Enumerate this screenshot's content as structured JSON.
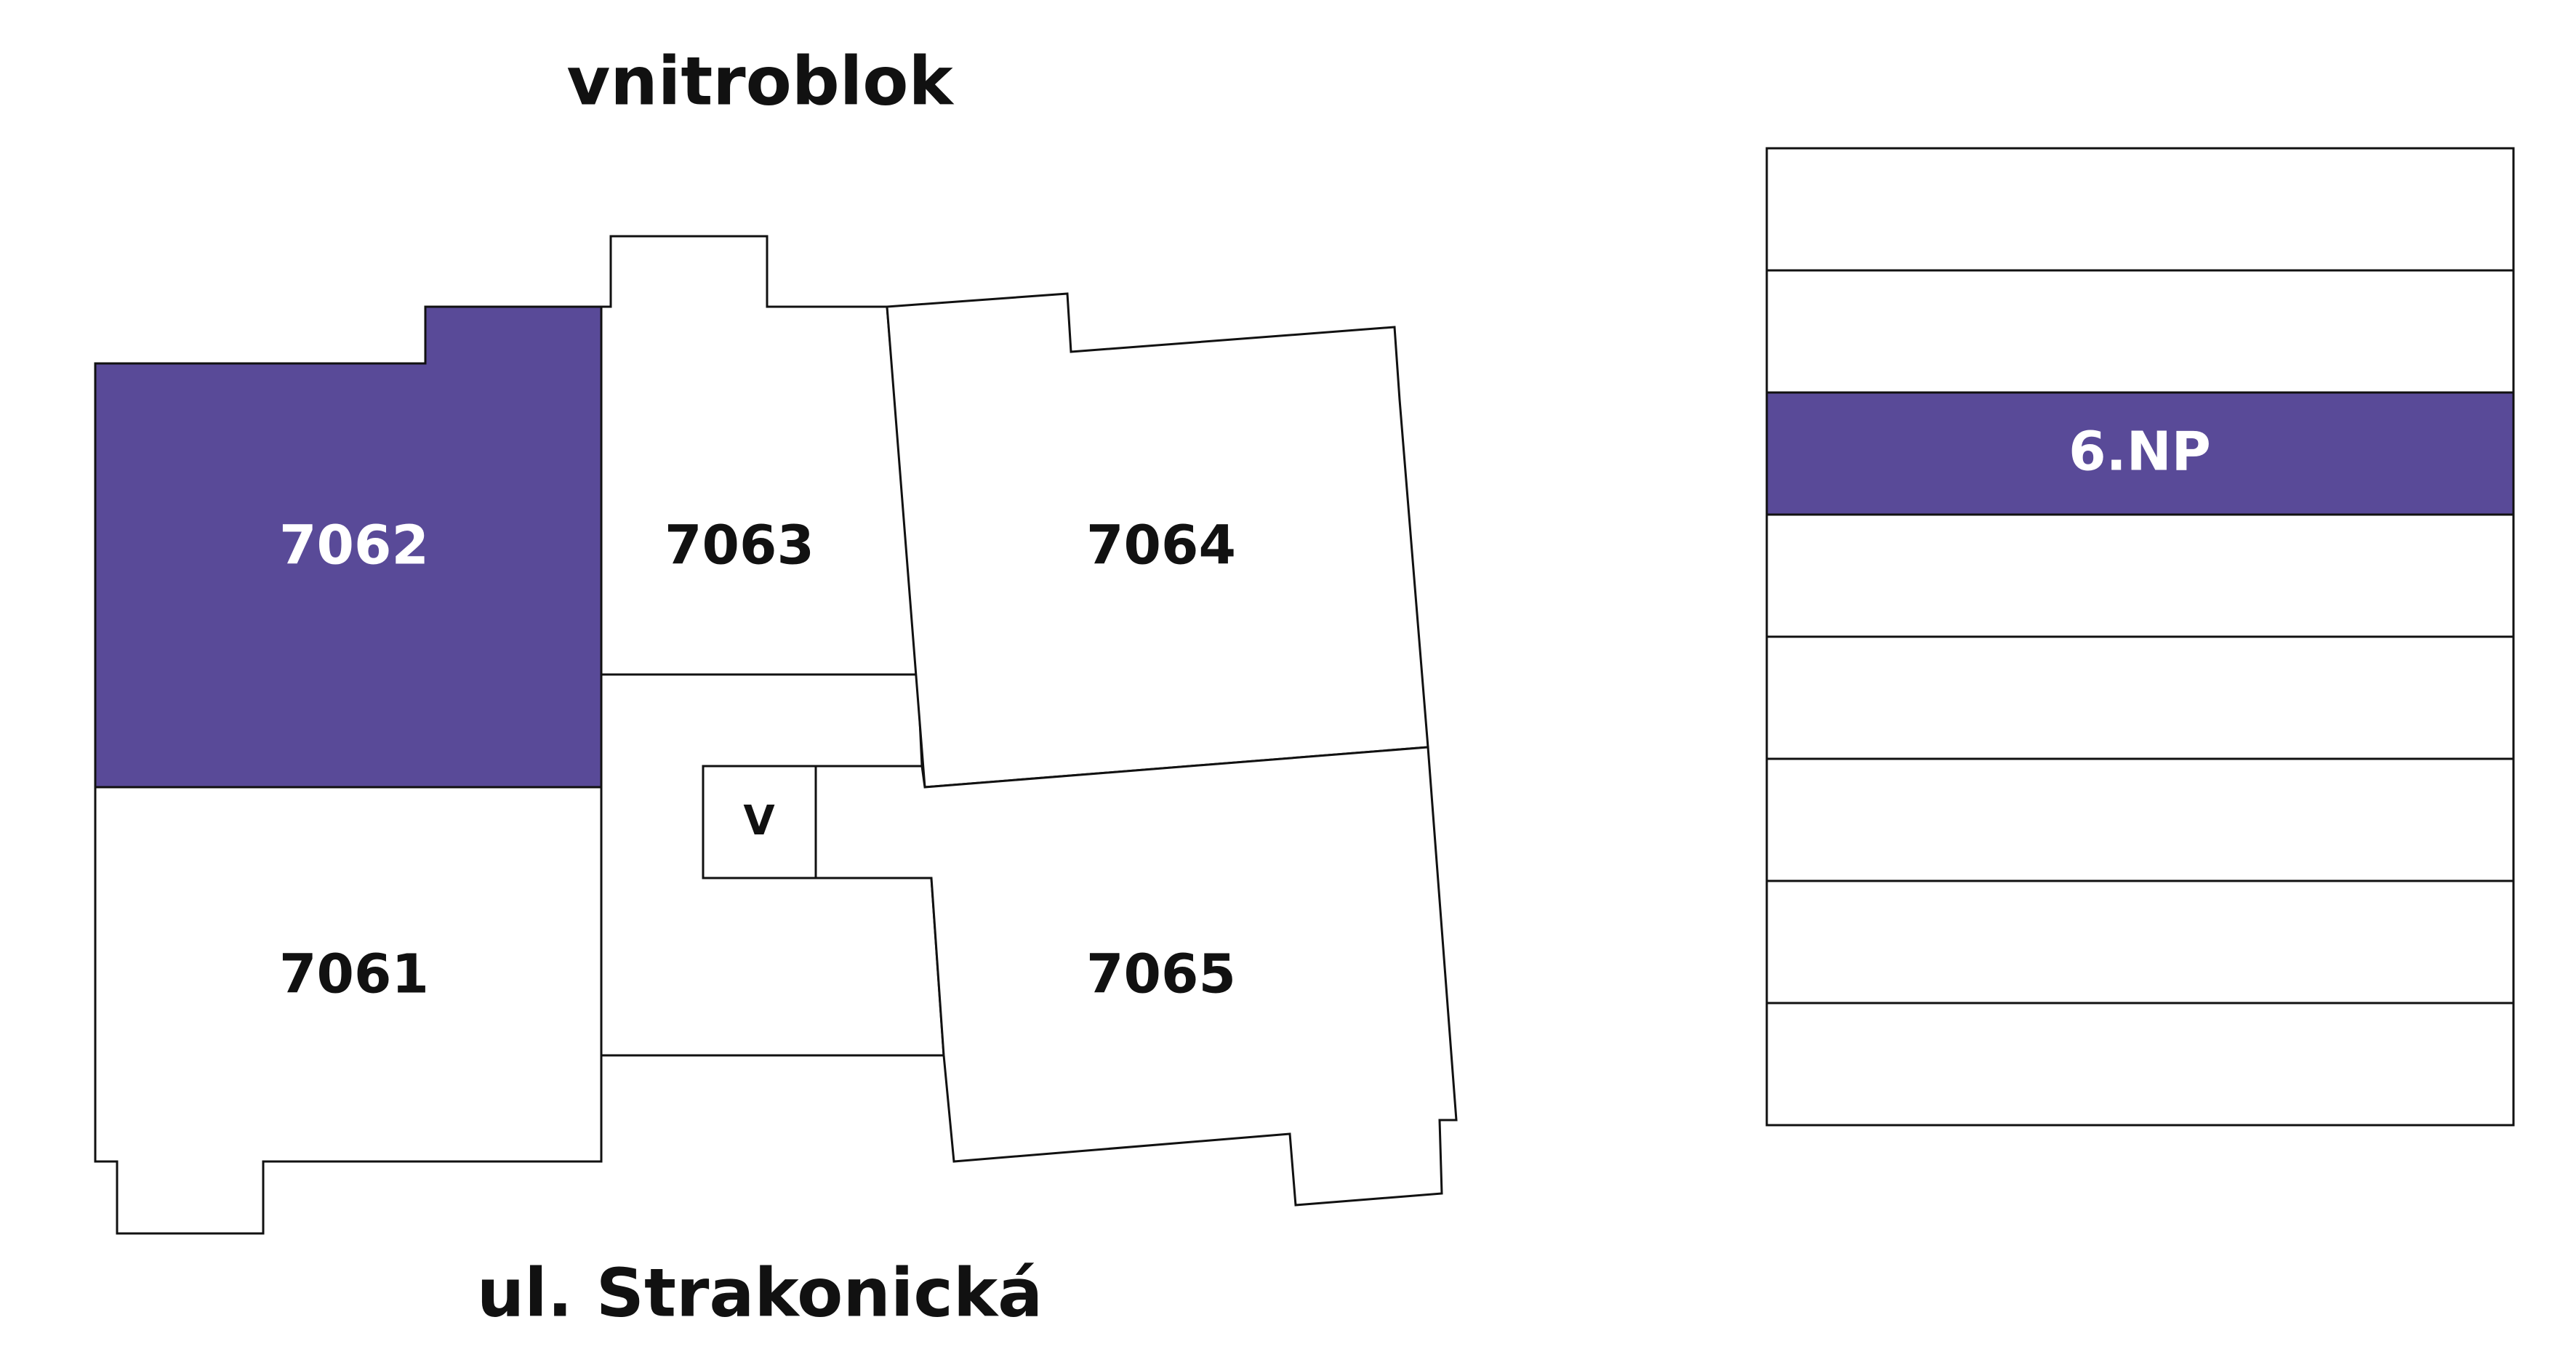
{
  "headings": {
    "top": "vnitroblok",
    "bottom": "ul. Strakonická"
  },
  "units": {
    "u7062": {
      "label": "7062",
      "selected": true
    },
    "u7063": {
      "label": "7063",
      "selected": false
    },
    "u7064": {
      "label": "7064",
      "selected": false
    },
    "u7061": {
      "label": "7061",
      "selected": false
    },
    "u7065": {
      "label": "7065",
      "selected": false
    },
    "elevator": {
      "label": "V",
      "selected": false
    }
  },
  "floors": {
    "selected_label": "6.NP",
    "count": 8,
    "selected_index": 2
  },
  "colors": {
    "highlight": "#594a98",
    "outline": "#111111",
    "background": "#ffffff"
  }
}
